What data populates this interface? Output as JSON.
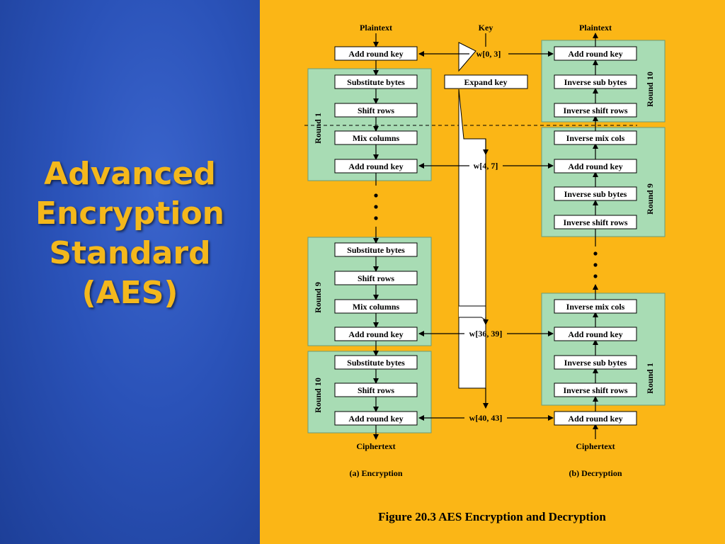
{
  "slide": {
    "title_lines": [
      "Advanced",
      "Encryption",
      "Standard",
      "(AES)"
    ]
  },
  "colors": {
    "left_background": "#2a52b8",
    "right_background": "#fbb616",
    "title": "#f4b81c",
    "round_box": "#a8dcb4"
  },
  "diagram": {
    "caption": "Figure 20.3 AES Encryption and Decryption",
    "key": {
      "label": "Key",
      "expand": "Expand key"
    },
    "encryption": {
      "input": "Plaintext",
      "output": "Ciphertext",
      "caption": "(a) Encryption",
      "initial": "Add round key",
      "rounds": [
        {
          "label": "Round 1",
          "steps": [
            "Substitute bytes",
            "Shift rows",
            "Mix columns",
            "Add round key"
          ]
        },
        {
          "label": "Round 9",
          "steps": [
            "Substitute bytes",
            "Shift rows",
            "Mix columns",
            "Add round key"
          ]
        },
        {
          "label": "Round 10",
          "steps": [
            "Substitute bytes",
            "Shift rows",
            "Add round key"
          ]
        }
      ]
    },
    "decryption": {
      "input": "Ciphertext",
      "output": "Plaintext",
      "caption": "(b) Decryption",
      "initial": "Add round key",
      "rounds": [
        {
          "label": "Round 10",
          "steps": [
            "Add round key",
            "Inverse sub bytes",
            "Inverse shift rows"
          ]
        },
        {
          "label": "Round 9",
          "steps": [
            "Inverse mix cols",
            "Add round key",
            "Inverse sub bytes",
            "Inverse shift rows"
          ]
        },
        {
          "label": "Round 1",
          "steps": [
            "Inverse mix cols",
            "Add round key",
            "Inverse sub bytes",
            "Inverse shift rows"
          ]
        }
      ]
    },
    "round_keys": [
      "w[0, 3]",
      "w[4, 7]",
      "w[36, 39]",
      "w[40, 43]"
    ]
  }
}
